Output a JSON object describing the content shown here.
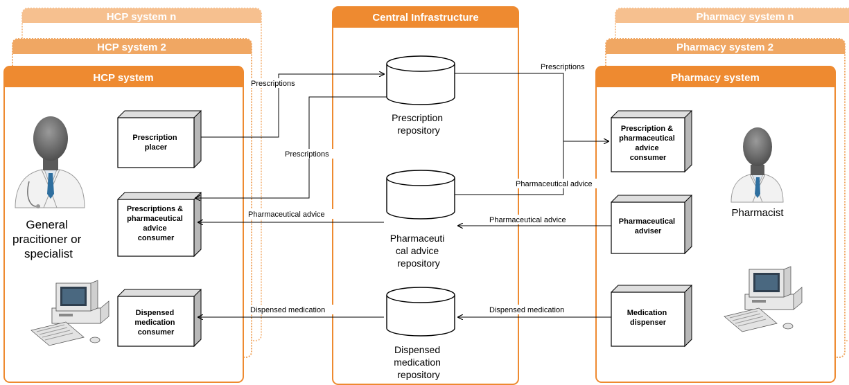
{
  "colors": {
    "accent": "#ee8a30",
    "accent_light": "#f6c08f",
    "line": "#000000",
    "box_side": "#b8b8b8",
    "box_top": "#dedede"
  },
  "hcp": {
    "stack_n_title": "HCP system n",
    "stack_2_title": "HCP system 2",
    "title": "HCP system",
    "actor_label": [
      "General",
      "pracitioner or",
      "specialist"
    ],
    "actor_icon": "doctor-icon",
    "computer_icon": "computer-icon",
    "components": {
      "placer": [
        "Prescription",
        "placer"
      ],
      "consumer": [
        "Prescriptions &",
        "pharmaceutical",
        "advice",
        "consumer"
      ],
      "dispensed": [
        "Dispensed",
        "medication",
        "consumer"
      ]
    }
  },
  "central": {
    "title": "Central Infrastructure",
    "repos": {
      "prescription": [
        "Prescription",
        "repository"
      ],
      "advice": [
        "Pharmaceuti",
        "cal advice",
        "repository"
      ],
      "dispensed": [
        "Dispensed",
        "medication",
        "repository"
      ]
    }
  },
  "pharmacy": {
    "stack_n_title": "Pharmacy system n",
    "stack_2_title": "Pharmacy system 2",
    "title": "Pharmacy system",
    "actor_label": "Pharmacist",
    "actor_icon": "pharmacist-icon",
    "computer_icon": "computer-icon",
    "components": {
      "consumer": [
        "Prescription &",
        "pharmaceutical",
        "advice",
        "consumer"
      ],
      "adviser": [
        "Pharmaceutical",
        "adviser"
      ],
      "dispenser": [
        "Medication",
        "dispenser"
      ]
    }
  },
  "flows": {
    "hcp_prescriptions_out": "Prescriptions",
    "hcp_prescriptions_in": "Prescriptions",
    "pharmacy_prescriptions": "Prescriptions",
    "hcp_advice": "Pharmaceutical advice",
    "pharmacy_advice_out": "Pharmaceutical advice",
    "pharmacy_advice_in": "Pharmaceutical advice",
    "hcp_dispensed": "Dispensed medication",
    "pharmacy_dispensed": "Dispensed medication"
  }
}
